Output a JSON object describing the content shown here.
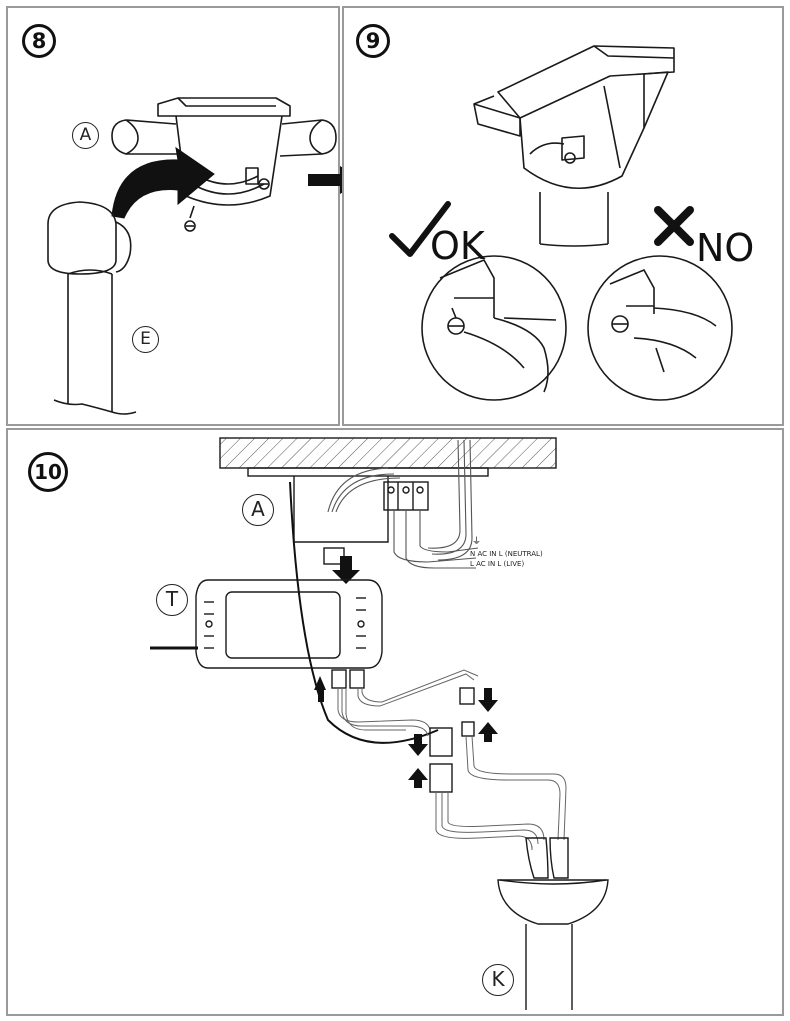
{
  "steps": {
    "step8": "8",
    "step9": "9",
    "step10": "10"
  },
  "labels": {
    "canopy_a": "A",
    "downrod_e": "E",
    "receiver_t": "T",
    "motor_k": "K",
    "canopy_a_10": "A"
  },
  "comparison": {
    "ok_label": "OK",
    "no_label": "NO"
  },
  "wiring": {
    "neutral_label": "N AC IN L (NEUTRAL)",
    "live_label": "L AC IN L (LIVE)"
  },
  "colors": {
    "line": "#1a1a1a",
    "panel_border": "#9a9a9a",
    "arrow_fill": "#111111"
  },
  "icons": {
    "ok": "check-icon",
    "no": "cross-icon",
    "ground": "ground-symbol-icon"
  }
}
